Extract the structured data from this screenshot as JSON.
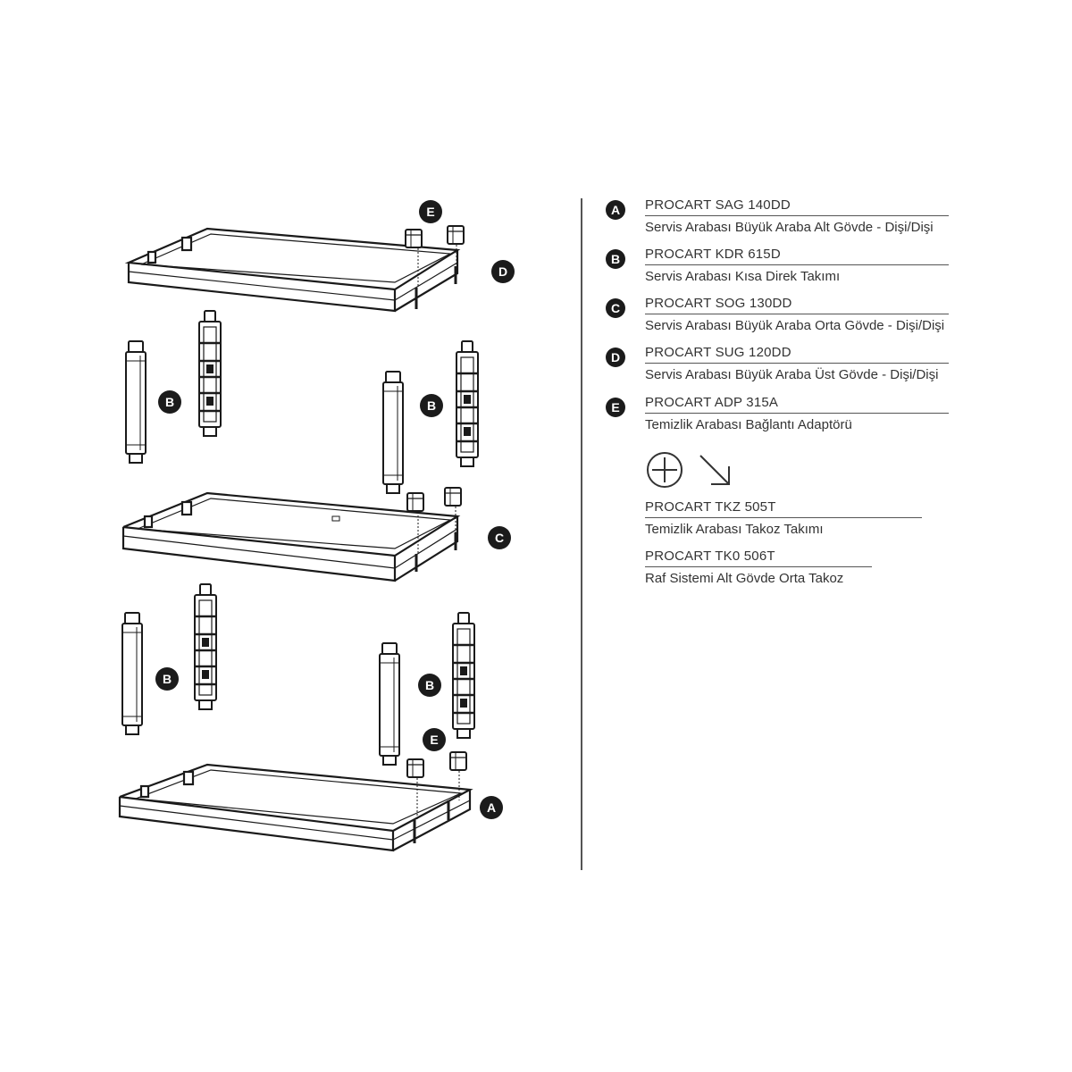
{
  "parts": [
    {
      "letter": "A",
      "code": "PROCART SAG 140DD",
      "description": "Servis Arabası Büyük Araba Alt Gövde - Dişi/Dişi"
    },
    {
      "letter": "B",
      "code": "PROCART KDR 615D",
      "description": "Servis Arabası Kısa Direk Takımı"
    },
    {
      "letter": "C",
      "code": "PROCART SOG 130DD",
      "description": "Servis Arabası Büyük Araba Orta Gövde - Dişi/Dişi"
    },
    {
      "letter": "D",
      "code": "PROCART SUG 120DD",
      "description": "Servis Arabası Büyük Araba Üst Gövde - Dişi/Dişi"
    },
    {
      "letter": "E",
      "code": "PROCART ADP 315A",
      "description": "Temizlik Arabası Bağlantı Adaptörü"
    }
  ],
  "accessories": [
    {
      "code": "PROCART TKZ 505T",
      "description": "Temizlik Arabası Takoz Takımı"
    },
    {
      "code": "PROCART TK0 506T",
      "description": "Raf Sistemi Alt Gövde Orta Takoz"
    }
  ],
  "symbols": {
    "plus": "plus-circle-icon",
    "arrow": "arrow-down-right-icon"
  },
  "diagram_labels": {
    "a": "A",
    "b": "B",
    "c": "C",
    "d": "D",
    "e": "E"
  },
  "colors": {
    "badge": "#1b1b1b",
    "line": "#1a1a1a",
    "text": "#333333"
  }
}
